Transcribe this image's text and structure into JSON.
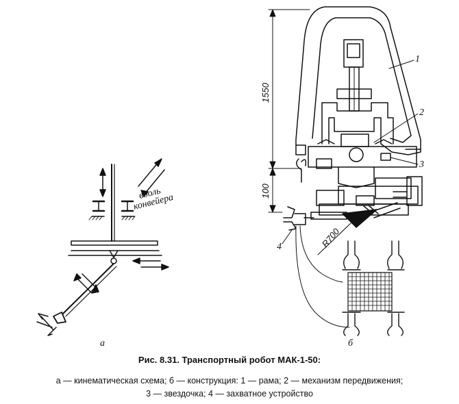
{
  "labels": {
    "along_conveyor_1": "вдоль",
    "along_conveyor_2": "конвейера",
    "part_a": "а",
    "part_b": "б",
    "callout_1": "1",
    "callout_2": "2",
    "callout_3": "3",
    "callout_4": "4"
  },
  "dimensions": {
    "height_1550": "1550",
    "height_100": "100",
    "radius": "R700"
  },
  "caption": {
    "title": "Рис. 8.31. Транспортный робот МАК-1-50:",
    "line1": "а — кинематическая схема;  б — конструкция: 1 — рама; 2 — механизм передвижения;",
    "line2": "3 — звездочка; 4 — захватное устройство"
  },
  "colors": {
    "ink": "#111111",
    "paper": "#ffffff"
  }
}
